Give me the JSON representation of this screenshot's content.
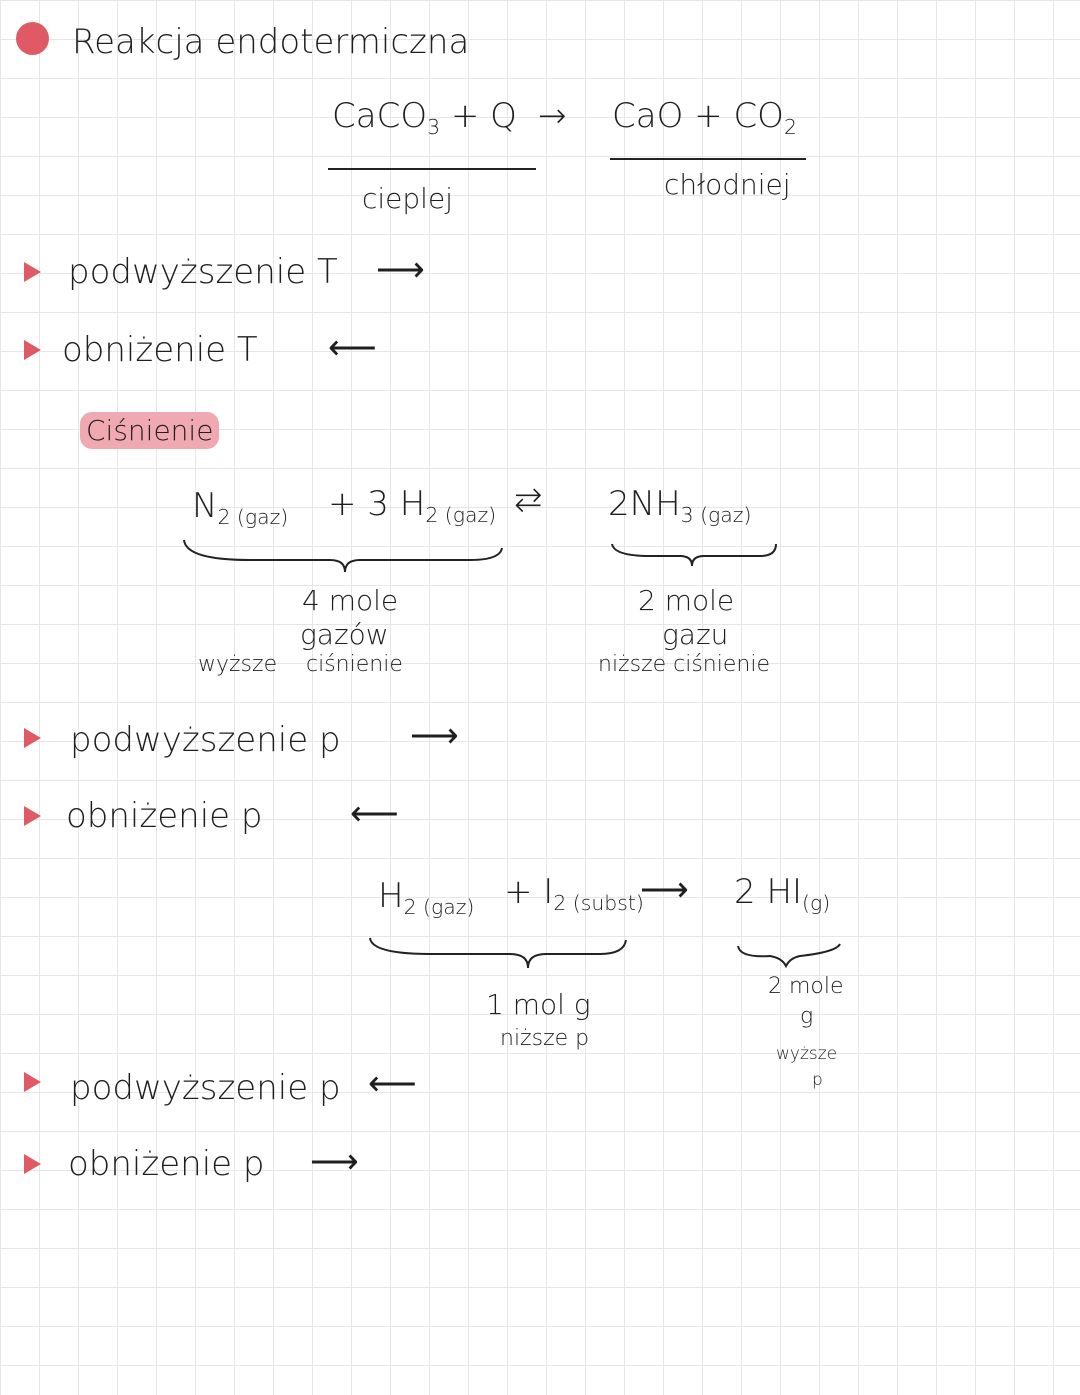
{
  "heading": "Reakcja endotermiczna",
  "reaction1": {
    "lhs": "CaCO",
    "lhs_sub": "3",
    "plus_q": "+ Q",
    "arrow": "→",
    "rhs": "CaO + CO",
    "rhs_sub": "2",
    "label_left": "cieplej",
    "label_right": "chłodniej"
  },
  "temp_rules": [
    {
      "text": "podwyższenie T",
      "arrow": "⟶"
    },
    {
      "text": "obniżenie T",
      "arrow": "⟵"
    }
  ],
  "section_label": "Ciśnienie",
  "reaction2": {
    "n2": "N",
    "n2_sub": "2 (gaz)",
    "h2": "+ 3 H",
    "h2_sub": "2 (gaz)",
    "arrow": "⇄",
    "nh3": "2NH",
    "nh3_sub": "3 (gaz)",
    "left_moles": "4 mole",
    "left_gas": "gazów",
    "left_high": "wyższe",
    "left_pressure": "ciśnienie",
    "right_moles": "2 mole",
    "right_gas": "gazu",
    "right_pressure": "niższe ciśnienie"
  },
  "pressure_rules_1": [
    {
      "text": "podwyższenie p",
      "arrow": "⟶"
    },
    {
      "text": "obniżenie p",
      "arrow": "⟵"
    }
  ],
  "reaction3": {
    "h2": "H",
    "h2_sub": "2 (gaz)",
    "i2": "+ I",
    "i2_sub": "2 (subst)",
    "arrow": "⟶",
    "hi": "2 HI",
    "hi_sub": "(g)",
    "left_moles": "1 mol g",
    "left_pressure": "niższe p",
    "right_moles": "2 mole",
    "right_g": "g",
    "right_high": "wyższe",
    "right_p": "p"
  },
  "pressure_rules_2": [
    {
      "text": "podwyższenie p",
      "arrow": "⟵"
    },
    {
      "text": "obniżenie p",
      "arrow": "⟶"
    }
  ],
  "colors": {
    "accent": "#e05a66",
    "highlight": "#f0a9b0",
    "ink": "#1f1f1f",
    "grid": "#e6e6e6"
  }
}
